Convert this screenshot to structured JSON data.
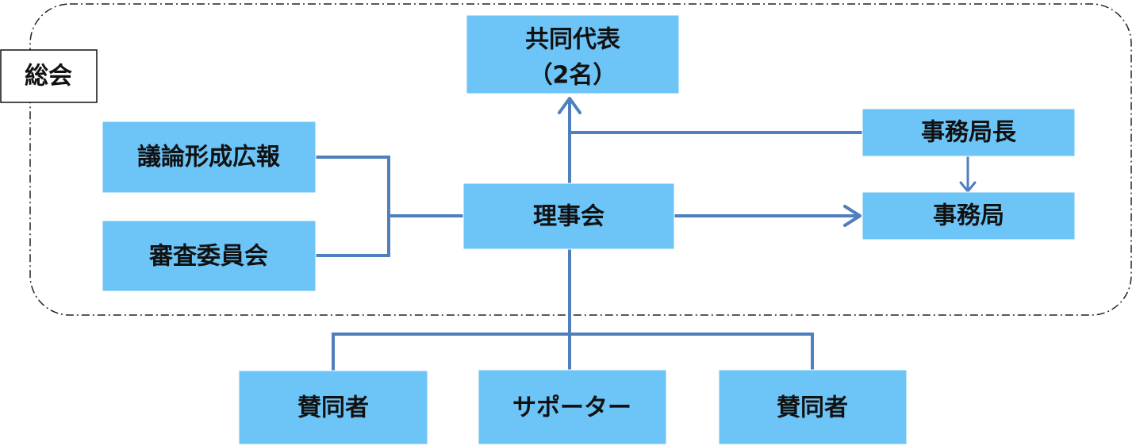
{
  "boundary": {
    "label": "総会"
  },
  "nodes": {
    "co_representatives": {
      "line1": "共同代表",
      "line2": "（2名）"
    },
    "secretary_general": {
      "label": "事務局長"
    },
    "discussion_pr": {
      "label": "議論形成広報"
    },
    "board": {
      "label": "理事会"
    },
    "secretariat": {
      "label": "事務局"
    },
    "review_committee": {
      "label": "審査委員会"
    },
    "supporter_left": {
      "label": "賛同者"
    },
    "supporter_center": {
      "label": "サポーター"
    },
    "supporter_right": {
      "label": "賛同者"
    }
  },
  "colors": {
    "box_fill": "#6cc4f7",
    "connector": "#4f7fbd"
  }
}
